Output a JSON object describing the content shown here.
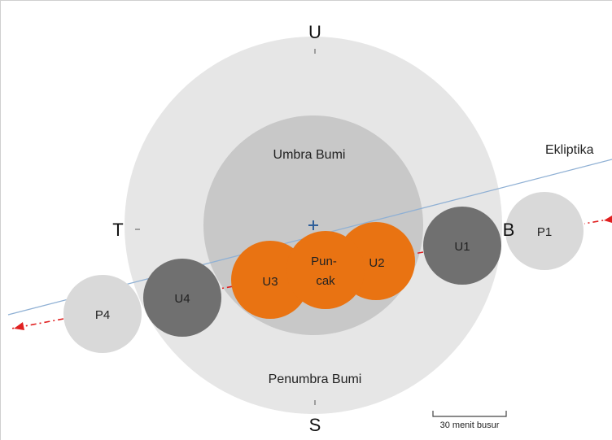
{
  "directions": {
    "north": "U",
    "south": "S",
    "east": "T",
    "west": "B"
  },
  "regions": {
    "umbra": "Umbra Bumi",
    "penumbra": "Penumbra Bumi"
  },
  "ecliptic": "Ekliptika",
  "moon_positions": {
    "p1": "P1",
    "u1": "U1",
    "u2": "U2",
    "peak_line1": "Pun-",
    "peak_line2": "cak",
    "u3": "U3",
    "u4": "U4",
    "p4": "P4"
  },
  "scale_bar": "30 menit busur",
  "colors": {
    "penumbra": "#e6e6e6",
    "umbra": "#c8c8c8",
    "moon_penumbral": "#d9d9d9",
    "moon_partial": "#707070",
    "moon_total": "#e97312",
    "ecliptic": "#8fb0d4",
    "path": "#e02020",
    "center_mark": "#2f5f9a"
  }
}
